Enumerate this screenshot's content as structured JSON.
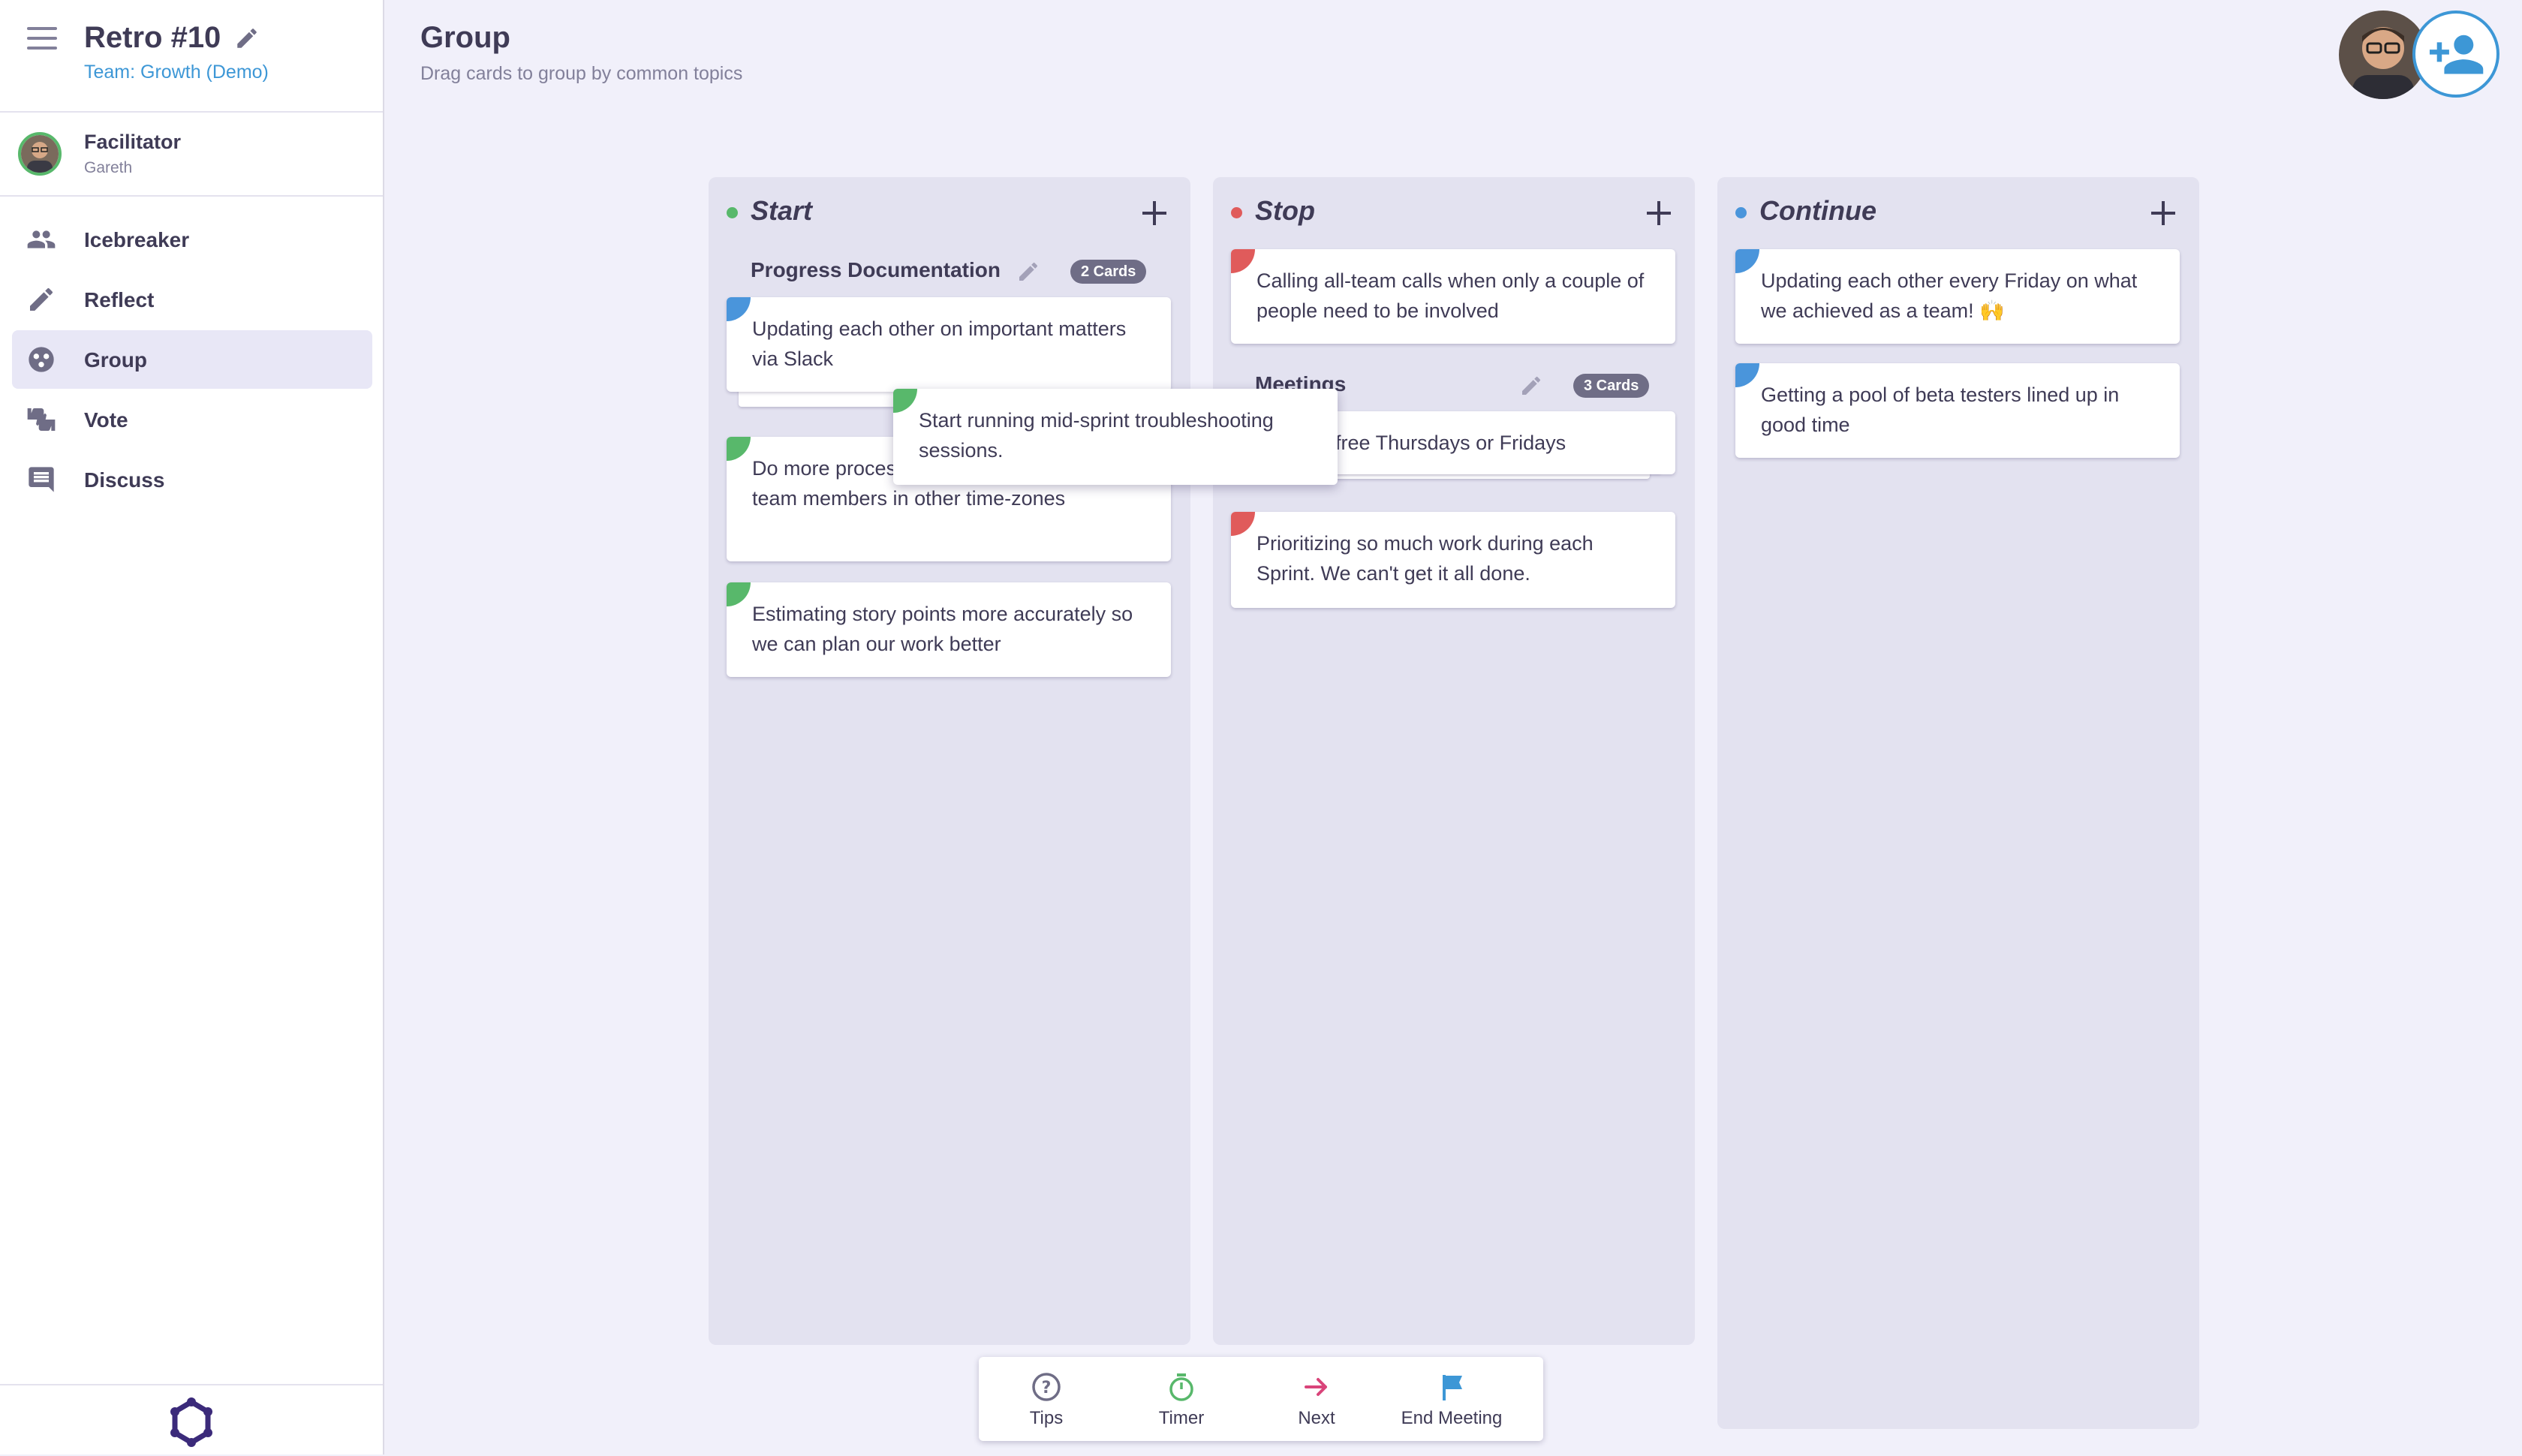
{
  "sidebar": {
    "retro_title": "Retro #10",
    "team": "Team: Growth (Demo)",
    "facilitator": {
      "label": "Facilitator",
      "name": "Gareth"
    },
    "nav": [
      {
        "label": "Icebreaker",
        "icon": "people-icon"
      },
      {
        "label": "Reflect",
        "icon": "pencil-icon"
      },
      {
        "label": "Group",
        "icon": "group-icon",
        "active": true
      },
      {
        "label": "Vote",
        "icon": "thumbs-icon"
      },
      {
        "label": "Discuss",
        "icon": "chat-icon"
      }
    ]
  },
  "header": {
    "title": "Group",
    "subtitle": "Drag cards to group by common topics"
  },
  "columns": [
    {
      "title": "Start",
      "color": "#58b86b",
      "group": {
        "title": "Progress Documentation",
        "badge": "2 Cards",
        "top_card": "Updating each other on important matters via Slack"
      },
      "cards": [
        "Do more process work so we can include team members in other time-zones",
        "Estimating story points more accurately so we can plan our work better"
      ]
    },
    {
      "title": "Stop",
      "color": "#e05b5b",
      "cards_before": [
        "Calling all-team calls when only a couple of people need to be involved"
      ],
      "group": {
        "title": "Meetings",
        "badge": "3 Cards",
        "top_card": "Meeting-free Thursdays or Fridays"
      },
      "cards": [
        "Prioritizing so much work during each Sprint. We can't get it all done."
      ]
    },
    {
      "title": "Continue",
      "color": "#4a95db",
      "cards": [
        "Updating each other every Friday on what we achieved as a team! 🙌",
        "Getting a pool of beta testers lined up in good time"
      ]
    }
  ],
  "dragging_card": {
    "text": "Start running mid-sprint troubleshooting sessions.",
    "color": "#58b86b"
  },
  "bottom_bar": {
    "tips": "Tips",
    "timer": "Timer",
    "next": "Next",
    "end": "End Meeting"
  },
  "colors": {
    "start": "#58b86b",
    "stop": "#e05b5b",
    "continue": "#4a95db",
    "accent": "#3d97d6",
    "next": "#d9447a"
  }
}
